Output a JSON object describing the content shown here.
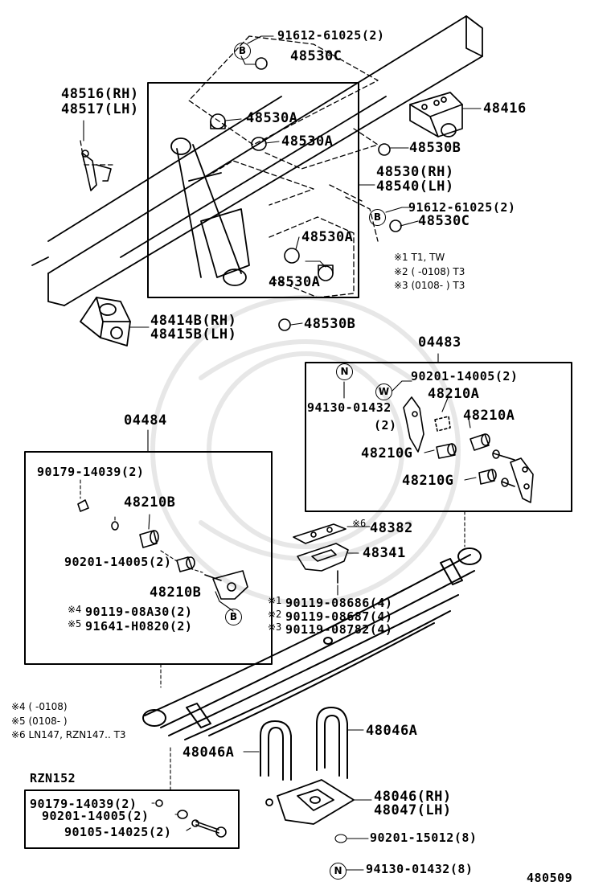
{
  "diagram_id": "480509",
  "markers": {
    "b": "B",
    "n": "N",
    "w": "W"
  },
  "labels": {
    "p91612_61025_top": "91612-61025(2)",
    "p48530c_top": "48530C",
    "p48516": "48516(RH)",
    "p48517": "48517(LH)",
    "p48530a_1": "48530A",
    "p48530a_2": "48530A",
    "p48416": "48416",
    "p48530b_top": "48530B",
    "p48530": "48530(RH)",
    "p48540": "48540(LH)",
    "p91612_61025_mid": "91612-61025(2)",
    "p48530c_mid": "48530C",
    "p48530a_3": "48530A",
    "p48530a_4": "48530A",
    "p48414b": "48414B(RH)",
    "p48415b": "48415B(LH)",
    "p48530b_mid": "48530B",
    "p04483": "04483",
    "p90201_14005_r": "90201-14005(2)",
    "p94130_01432_r": "94130-01432",
    "p94130_qty": "(2)",
    "p48210a_1": "48210A",
    "p48210a_2": "48210A",
    "p48210g_1": "48210G",
    "p48210g_2": "48210G",
    "p04484": "04484",
    "p90179_14039": "90179-14039(2)",
    "p48210b_1": "48210B",
    "p90201_14005_l": "90201-14005(2)",
    "p48210b_2": "48210B",
    "p90119_08a30": "90119-08A30(2)",
    "p91641_h0820": "91641-H0820(2)",
    "p48382": "48382",
    "p48341": "48341",
    "p90119_08686": "90119-08686(4)",
    "p90119_08687": "90119-08687(4)",
    "p90119_08782": "90119-08782(4)",
    "p48046a_r": "48046A",
    "p48046a_l": "48046A",
    "rzn152": "RZN152",
    "p90179_14039_b": "90179-14039(2)",
    "p90201_14005_b": "90201-14005(2)",
    "p90105_14025": "90105-14025(2)",
    "p48046": "48046(RH)",
    "p48047": "48047(LH)",
    "p90201_15012": "90201-15012(8)",
    "p94130_01432_b": "94130-01432(8)"
  },
  "prefixes": {
    "m1": "※1",
    "m2": "※2",
    "m3": "※3",
    "m4": "※4",
    "m5": "※5",
    "m6": "※6"
  },
  "notes": {
    "n1": "※1  T1, TW",
    "n2": "※2 (        -0108) T3",
    "n3": "※3 (0108-        ) T3",
    "n4": "※4 (        -0108)",
    "n5": "※5 (0108-        )",
    "n6": "※6  LN147, RZN147.. T3"
  }
}
